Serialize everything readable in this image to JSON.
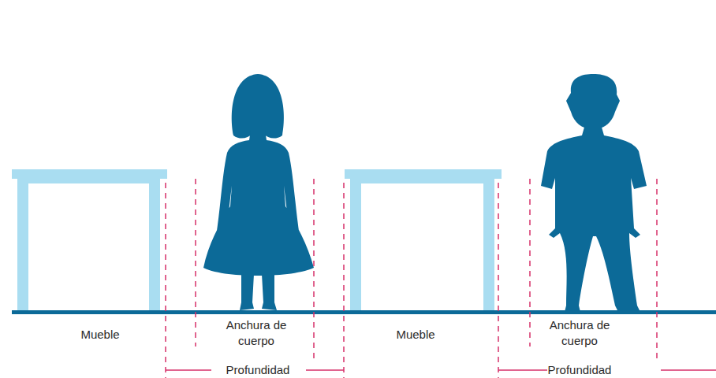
{
  "diagram": {
    "labels": [
      "Mueble",
      "Anchura de cuerpo",
      "Profundidad",
      "Mueble",
      "Anchura de cuerpo",
      "Profundidad"
    ]
  }
}
